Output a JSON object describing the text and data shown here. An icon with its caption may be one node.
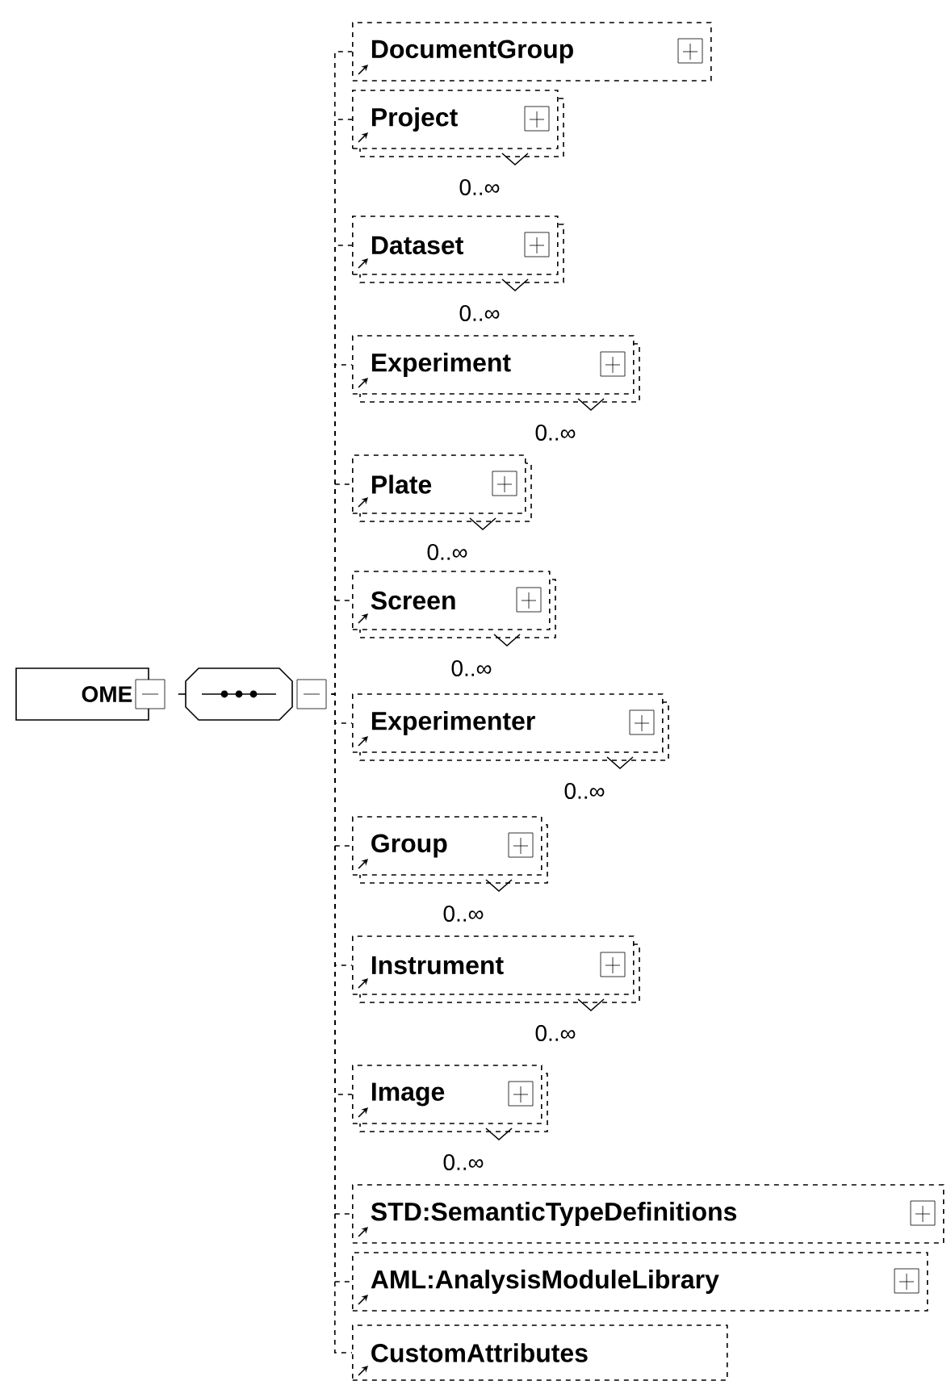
{
  "diagram": {
    "nodes": [
      {
        "text": [
          "OME"
        ]
      },
      {
        "text": [],
        "shape": "octagon"
      },
      {
        "text": [
          "DocumentGroup"
        ]
      },
      {
        "text": [
          "Project"
        ],
        "beside": [
          "0..∞"
        ]
      },
      {
        "text": [
          "Dataset"
        ],
        "beside": [
          "0..∞"
        ]
      },
      {
        "text": [
          "Experiment"
        ],
        "beside": [
          "0..∞"
        ]
      },
      {
        "text": [
          "Plate"
        ],
        "beside": [
          "0..∞"
        ]
      },
      {
        "text": [
          "Screen"
        ],
        "beside": [
          "0..∞"
        ]
      },
      {
        "text": [
          "Experimenter"
        ],
        "beside": [
          "0..∞"
        ]
      },
      {
        "text": [
          "Group"
        ],
        "beside": [
          "0..∞"
        ]
      },
      {
        "text": [
          "Instrument"
        ],
        "beside": [
          "0..∞"
        ]
      },
      {
        "text": [
          "Image"
        ],
        "beside": [
          "0..∞"
        ]
      },
      {
        "text": [
          "STD:SemanticTypeDefinitions"
        ]
      },
      {
        "text": [
          "AML:AnalysisModuleLibrary"
        ]
      },
      {
        "text": [
          "CustomAttributes"
        ]
      }
    ],
    "edges": [
      {
        "from": 0,
        "to": 1,
        "arrow": "none"
      },
      {
        "from": 1,
        "to": 2,
        "arrow": "none",
        "style": "dashed"
      },
      {
        "from": 1,
        "to": 3,
        "arrow": "none",
        "style": "dashed"
      },
      {
        "from": 1,
        "to": 4,
        "arrow": "none",
        "style": "dashed"
      },
      {
        "from": 1,
        "to": 5,
        "arrow": "none",
        "style": "dashed"
      },
      {
        "from": 1,
        "to": 6,
        "arrow": "none",
        "style": "dashed"
      },
      {
        "from": 1,
        "to": 7,
        "arrow": "none",
        "style": "dashed"
      },
      {
        "from": 1,
        "to": 8,
        "arrow": "none",
        "style": "dashed"
      },
      {
        "from": 1,
        "to": 9,
        "arrow": "none",
        "style": "dashed"
      },
      {
        "from": 1,
        "to": 10,
        "arrow": "none",
        "style": "dashed"
      },
      {
        "from": 1,
        "to": 11,
        "arrow": "none",
        "style": "dashed"
      },
      {
        "from": 1,
        "to": 12,
        "arrow": "none",
        "style": "dashed"
      },
      {
        "from": 1,
        "to": 13,
        "arrow": "none",
        "style": "dashed"
      },
      {
        "from": 1,
        "to": 14,
        "arrow": "none",
        "style": "dashed"
      }
    ]
  }
}
